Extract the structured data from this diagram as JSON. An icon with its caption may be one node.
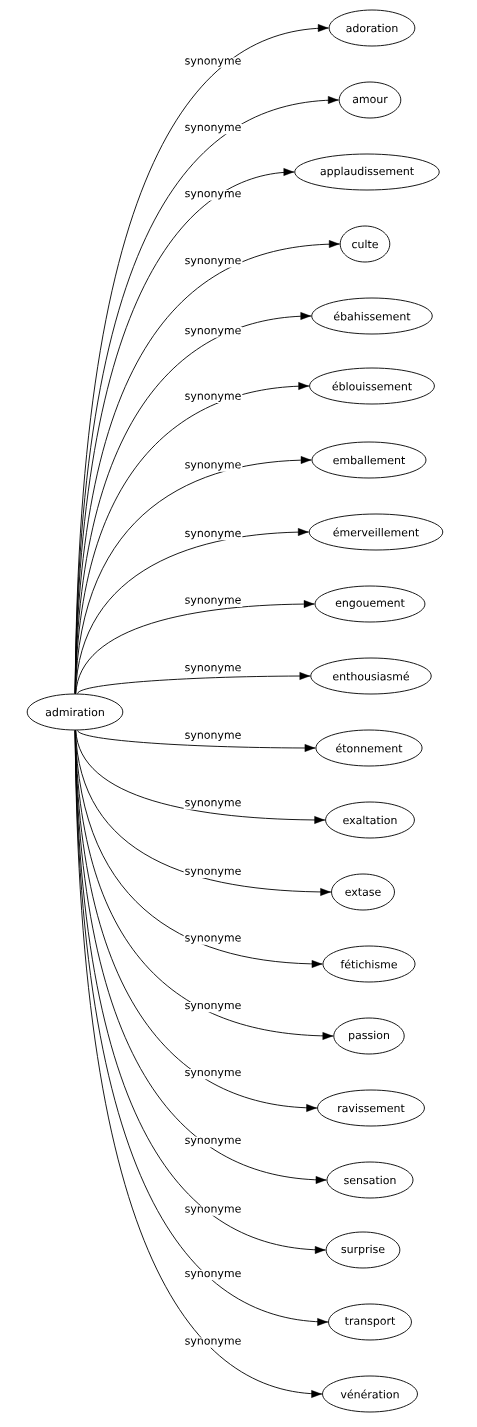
{
  "diagram": {
    "nodes": [
      {
        "text": [
          "admiration"
        ]
      },
      {
        "text": [
          "adoration"
        ]
      },
      {
        "text": [
          "amour"
        ]
      },
      {
        "text": [
          "applaudissement"
        ]
      },
      {
        "text": [
          "culte"
        ]
      },
      {
        "text": [
          "ébahissement"
        ]
      },
      {
        "text": [
          "éblouissement"
        ]
      },
      {
        "text": [
          "emballement"
        ]
      },
      {
        "text": [
          "émerveillement"
        ]
      },
      {
        "text": [
          "engouement"
        ]
      },
      {
        "text": [
          "enthousiasmé"
        ]
      },
      {
        "text": [
          "étonnement"
        ]
      },
      {
        "text": [
          "exaltation"
        ]
      },
      {
        "text": [
          "extase"
        ]
      },
      {
        "text": [
          "fétichisme"
        ]
      },
      {
        "text": [
          "passion"
        ]
      },
      {
        "text": [
          "ravissement"
        ]
      },
      {
        "text": [
          "sensation"
        ]
      },
      {
        "text": [
          "surprise"
        ]
      },
      {
        "text": [
          "transport"
        ]
      },
      {
        "text": [
          "vénération"
        ]
      }
    ],
    "edges": [
      {
        "from": 0,
        "to": 1,
        "arrow": "to",
        "label": "synonyme"
      },
      {
        "from": 0,
        "to": 2,
        "arrow": "to",
        "label": "synonyme"
      },
      {
        "from": 0,
        "to": 3,
        "arrow": "to",
        "label": "synonyme"
      },
      {
        "from": 0,
        "to": 4,
        "arrow": "to",
        "label": "synonyme"
      },
      {
        "from": 0,
        "to": 5,
        "arrow": "to",
        "label": "synonyme"
      },
      {
        "from": 0,
        "to": 6,
        "arrow": "to",
        "label": "synonyme"
      },
      {
        "from": 0,
        "to": 7,
        "arrow": "to",
        "label": "synonyme"
      },
      {
        "from": 0,
        "to": 8,
        "arrow": "to",
        "label": "synonyme"
      },
      {
        "from": 0,
        "to": 9,
        "arrow": "to",
        "label": "synonyme"
      },
      {
        "from": 0,
        "to": 10,
        "arrow": "to",
        "label": "synonyme"
      },
      {
        "from": 0,
        "to": 11,
        "arrow": "to",
        "label": "synonyme"
      },
      {
        "from": 0,
        "to": 12,
        "arrow": "to",
        "label": "synonyme"
      },
      {
        "from": 0,
        "to": 13,
        "arrow": "to",
        "label": "synonyme"
      },
      {
        "from": 0,
        "to": 14,
        "arrow": "to",
        "label": "synonyme"
      },
      {
        "from": 0,
        "to": 15,
        "arrow": "to",
        "label": "synonyme"
      },
      {
        "from": 0,
        "to": 16,
        "arrow": "to",
        "label": "synonyme"
      },
      {
        "from": 0,
        "to": 17,
        "arrow": "to",
        "label": "synonyme"
      },
      {
        "from": 0,
        "to": 18,
        "arrow": "to",
        "label": "synonyme"
      },
      {
        "from": 0,
        "to": 19,
        "arrow": "to",
        "label": "synonyme"
      },
      {
        "from": 0,
        "to": 20,
        "arrow": "to",
        "label": "synonyme"
      }
    ]
  }
}
